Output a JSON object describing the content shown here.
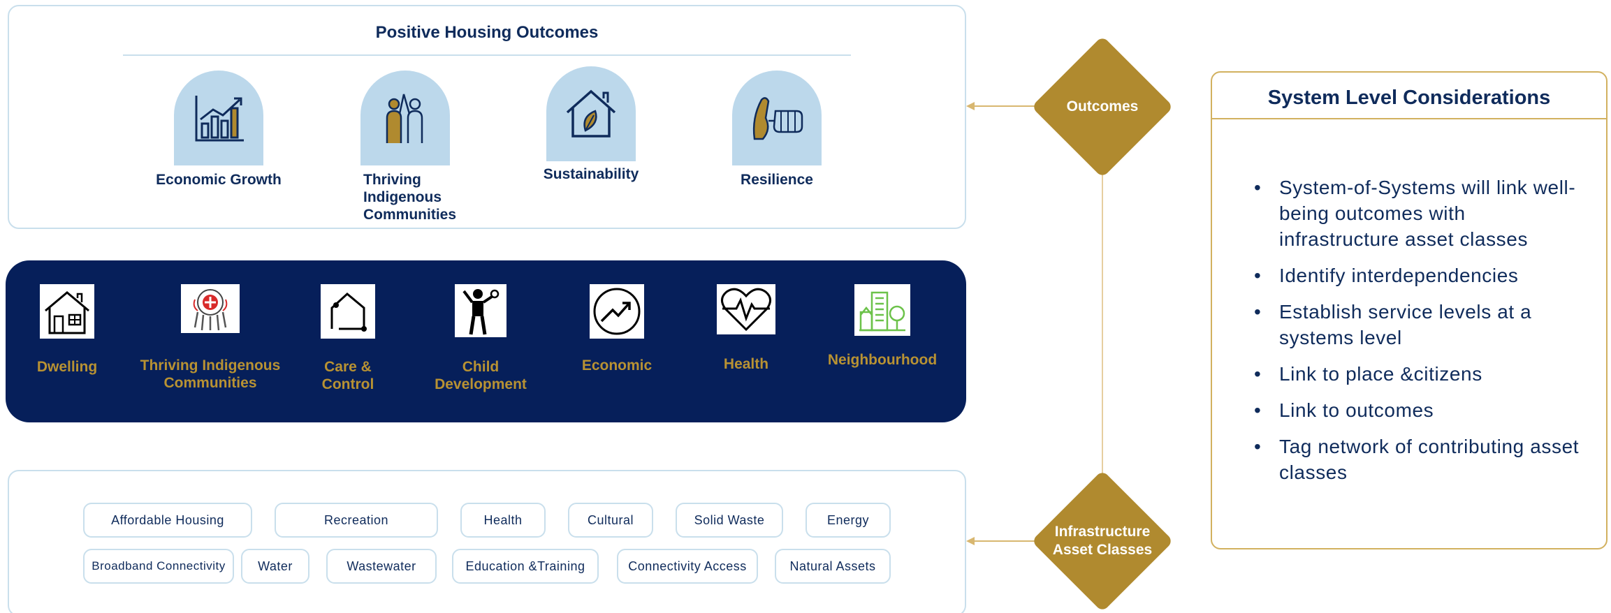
{
  "outcomes_panel": {
    "title": "Positive Housing Outcomes",
    "items": [
      {
        "label": "Economic Growth",
        "icon": "growth-chart-icon"
      },
      {
        "label": "Thriving Indigenous Communities",
        "icon": "people-high-five-icon"
      },
      {
        "label": "Sustainability",
        "icon": "house-leaf-icon"
      },
      {
        "label": "Resilience",
        "icon": "hand-fist-icon"
      }
    ]
  },
  "domains_band": {
    "items": [
      {
        "label": "Dwelling",
        "icon": "house-icon"
      },
      {
        "label": "Thriving Indigenous Communities",
        "icon": "dreamcatcher-emblem-icon"
      },
      {
        "label": "Care & Control",
        "icon": "house-outline-icon"
      },
      {
        "label": "Child Development",
        "icon": "child-figure-icon"
      },
      {
        "label": "Economic",
        "icon": "trend-arrow-icon"
      },
      {
        "label": "Health",
        "icon": "heartbeat-icon"
      },
      {
        "label": "Neighbourhood",
        "icon": "buildings-icon"
      }
    ]
  },
  "asset_classes_panel": {
    "row1": [
      "Affordable Housing",
      "Recreation",
      "Health",
      "Cultural",
      "Solid Waste",
      "Energy"
    ],
    "row2": [
      "Broadband Connectivity",
      "Water",
      "Wastewater",
      "Education &Training",
      "Connectivity Access",
      "Natural Assets"
    ]
  },
  "connectors": {
    "outcomes_label": "Outcomes",
    "assets_label_line1": "Infrastructure",
    "assets_label_line2": "Asset Classes"
  },
  "considerations": {
    "title": "System Level Considerations",
    "bullets": [
      "System-of-Systems will link well-being outcomes with infrastructure asset classes",
      "Identify interdependencies",
      "Establish service levels at a systems level",
      "Link to place &citizens",
      "Link to outcomes",
      "Tag network of contributing asset classes"
    ]
  },
  "colors": {
    "navy": "#0f2b5b",
    "band": "#061f5a",
    "gold": "#b08a2f",
    "light_blue": "#bcd8eb"
  }
}
